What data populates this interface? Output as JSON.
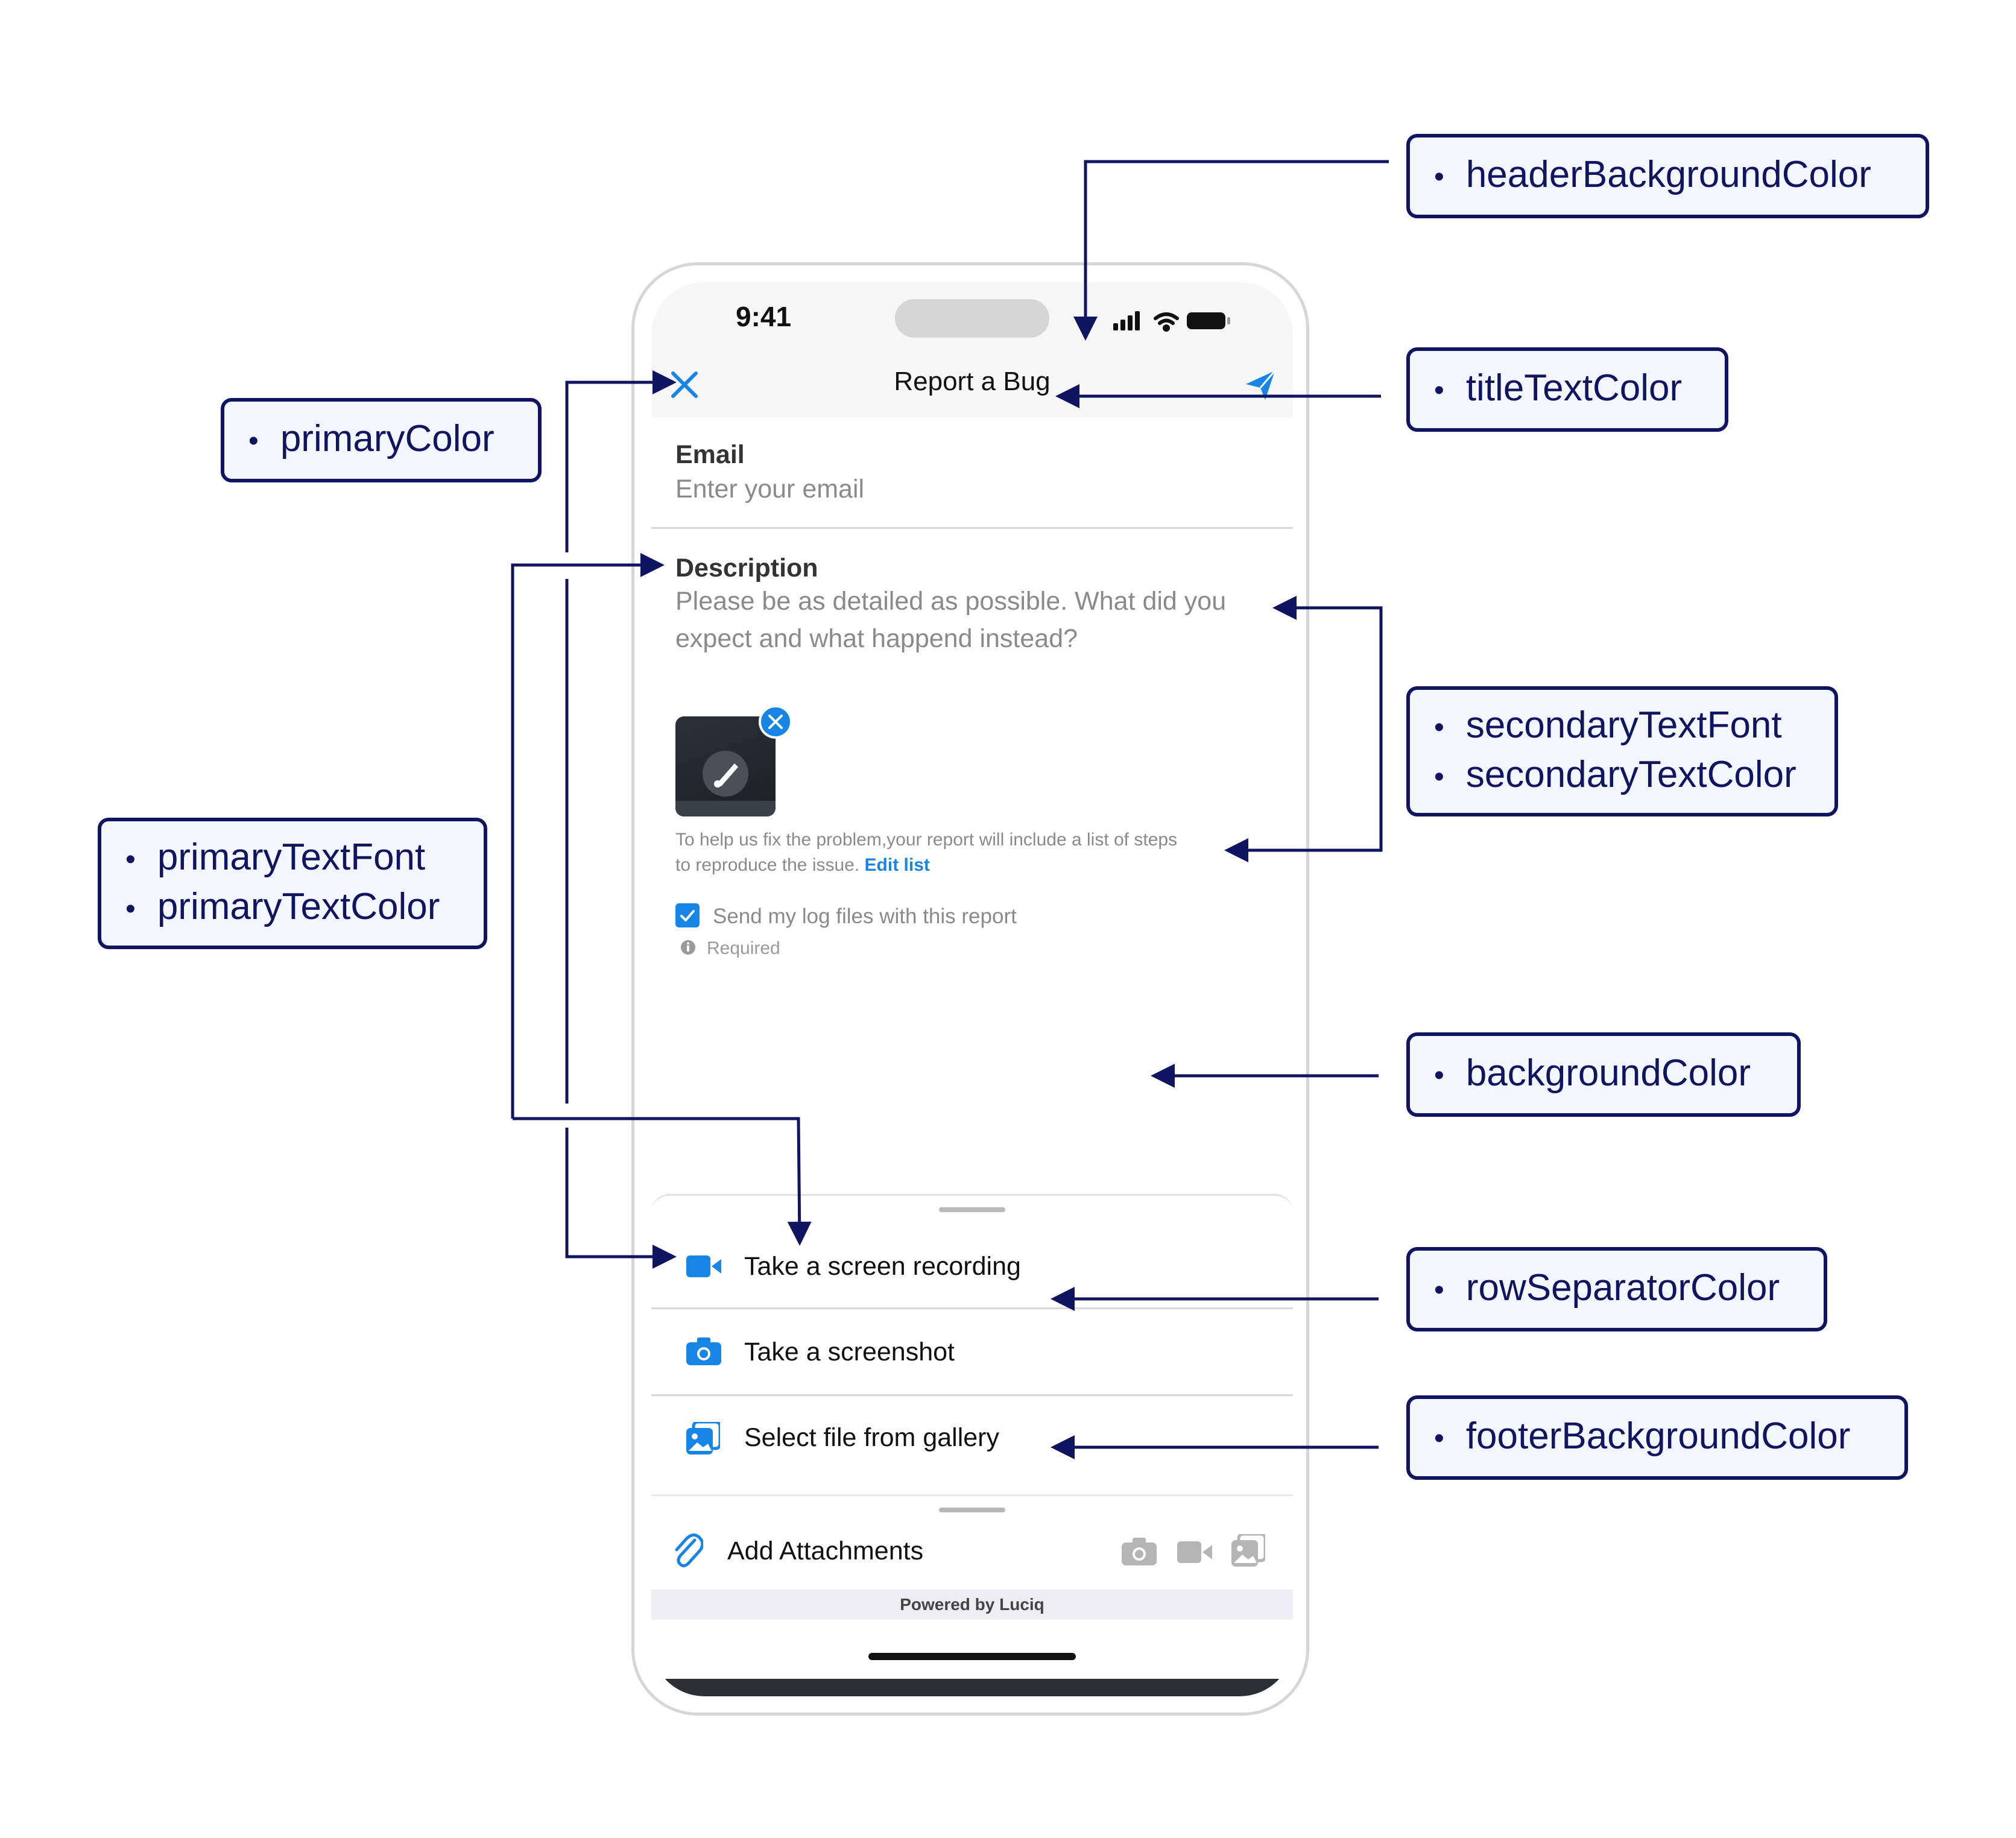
{
  "status_bar": {
    "time": "9:41"
  },
  "header": {
    "title": "Report a Bug",
    "close_icon": "close-icon",
    "send_icon": "send-icon"
  },
  "form": {
    "email": {
      "label": "Email",
      "placeholder": "Enter your email"
    },
    "description": {
      "label": "Description",
      "placeholder_line1": "Please be as detailed as possible. What did you",
      "placeholder_line2": "expect and what happend instead?"
    },
    "help_text_line1": "To help us fix the problem,your report will include a list of steps",
    "help_text_line2": "to reproduce the issue.",
    "edit_list": "Edit list",
    "log_files": {
      "label": "Send my log files with this report",
      "checked": true,
      "required": "Required"
    }
  },
  "attachments_sheet": {
    "rows": [
      {
        "label": "Take a screen recording",
        "icon": "video-camera-icon"
      },
      {
        "label": "Take a screenshot",
        "icon": "camera-icon"
      },
      {
        "label": "Select file from gallery",
        "icon": "gallery-icon"
      }
    ]
  },
  "footer": {
    "add_attachments": "Add Attachments",
    "powered_by": "Powered by Luciq"
  },
  "annotations": {
    "headerBackgroundColor": "headerBackgroundColor",
    "titleTextColor": "titleTextColor",
    "primaryColor": "primaryColor",
    "secondaryTextFont": "secondaryTextFont",
    "secondaryTextColor": "secondaryTextColor",
    "primaryTextFont": "primaryTextFont",
    "primaryTextColor": "primaryTextColor",
    "backgroundColor": "backgroundColor",
    "rowSeparatorColor": "rowSeparatorColor",
    "footerBackgroundColor": "footerBackgroundColor"
  },
  "colors": {
    "primary": "#1685e6",
    "annotation": "#0f1560",
    "header_bg": "#f6f6f7",
    "footer_bg": "#eeeef2"
  }
}
